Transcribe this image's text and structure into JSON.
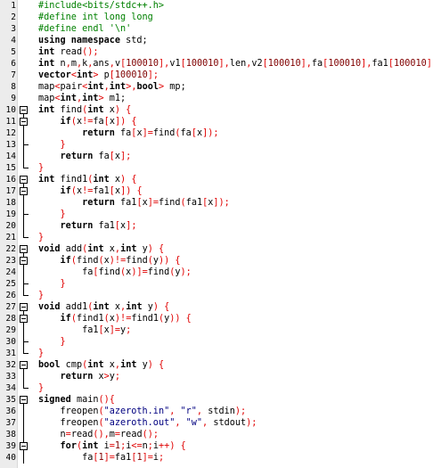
{
  "editor": {
    "lines": [
      {
        "n": "1",
        "fold": "none",
        "tokens": [
          [
            "pp",
            "#include<bits/stdc++.h>"
          ]
        ]
      },
      {
        "n": "2",
        "fold": "none",
        "tokens": [
          [
            "pp",
            "#define int long long"
          ]
        ]
      },
      {
        "n": "3",
        "fold": "none",
        "tokens": [
          [
            "pp",
            "#define endl '\\n'"
          ]
        ]
      },
      {
        "n": "4",
        "fold": "none",
        "tokens": [
          [
            "kw",
            "using namespace"
          ],
          [
            "id",
            " std;"
          ]
        ]
      },
      {
        "n": "5",
        "fold": "none",
        "tokens": [
          [
            "kw",
            "int"
          ],
          [
            "id",
            " read"
          ],
          [
            "op",
            "();"
          ]
        ]
      },
      {
        "n": "6",
        "fold": "none",
        "tokens": [
          [
            "kw",
            "int"
          ],
          [
            "id",
            " n"
          ],
          [
            "op",
            ","
          ],
          [
            "id",
            "m"
          ],
          [
            "op",
            ","
          ],
          [
            "id",
            "k"
          ],
          [
            "op",
            ","
          ],
          [
            "id",
            "ans"
          ],
          [
            "op",
            ","
          ],
          [
            "id",
            "v"
          ],
          [
            "op",
            "["
          ],
          [
            "num",
            "100010"
          ],
          [
            "op",
            "],"
          ],
          [
            "id",
            "v1"
          ],
          [
            "op",
            "["
          ],
          [
            "num",
            "100010"
          ],
          [
            "op",
            "],"
          ],
          [
            "id",
            "len"
          ],
          [
            "op",
            ","
          ],
          [
            "id",
            "v2"
          ],
          [
            "op",
            "["
          ],
          [
            "num",
            "100010"
          ],
          [
            "op",
            "],"
          ],
          [
            "id",
            "fa"
          ],
          [
            "op",
            "["
          ],
          [
            "num",
            "100010"
          ],
          [
            "op",
            "],"
          ],
          [
            "id",
            "fa1"
          ],
          [
            "op",
            "["
          ],
          [
            "num",
            "100010"
          ],
          [
            "op",
            "];"
          ]
        ]
      },
      {
        "n": "7",
        "fold": "none",
        "tokens": [
          [
            "kw",
            "vector"
          ],
          [
            "op",
            "<"
          ],
          [
            "kw",
            "int"
          ],
          [
            "op",
            "> "
          ],
          [
            "id",
            "p"
          ],
          [
            "op",
            "["
          ],
          [
            "num",
            "100010"
          ],
          [
            "op",
            "];"
          ]
        ]
      },
      {
        "n": "8",
        "fold": "none",
        "tokens": [
          [
            "id",
            "map"
          ],
          [
            "op",
            "<"
          ],
          [
            "id",
            "pair"
          ],
          [
            "op",
            "<"
          ],
          [
            "kw",
            "int"
          ],
          [
            "op",
            ","
          ],
          [
            "kw",
            "int"
          ],
          [
            "op",
            ">,"
          ],
          [
            "kw",
            "bool"
          ],
          [
            "op",
            "> "
          ],
          [
            "id",
            "mp;"
          ]
        ]
      },
      {
        "n": "9",
        "fold": "none",
        "tokens": [
          [
            "id",
            "map"
          ],
          [
            "op",
            "<"
          ],
          [
            "kw",
            "int"
          ],
          [
            "op",
            ","
          ],
          [
            "kw",
            "int"
          ],
          [
            "op",
            "> "
          ],
          [
            "id",
            "m1;"
          ]
        ]
      },
      {
        "n": "10",
        "fold": "open",
        "tokens": [
          [
            "kw",
            "int"
          ],
          [
            "id",
            " find"
          ],
          [
            "op",
            "("
          ],
          [
            "kw",
            "int"
          ],
          [
            "id",
            " x"
          ],
          [
            "op",
            ") {"
          ]
        ]
      },
      {
        "n": "11",
        "fold": "open",
        "tokens": [
          [
            "id",
            "    "
          ],
          [
            "kw",
            "if"
          ],
          [
            "op",
            "("
          ],
          [
            "id",
            "x"
          ],
          [
            "op",
            "!="
          ],
          [
            "id",
            "fa"
          ],
          [
            "op",
            "["
          ],
          [
            "id",
            "x"
          ],
          [
            "op",
            "]) {"
          ]
        ]
      },
      {
        "n": "12",
        "fold": "line",
        "tokens": [
          [
            "id",
            "        "
          ],
          [
            "kw",
            "return"
          ],
          [
            "id",
            " fa"
          ],
          [
            "op",
            "["
          ],
          [
            "id",
            "x"
          ],
          [
            "op",
            "]="
          ],
          [
            "id",
            "find"
          ],
          [
            "op",
            "("
          ],
          [
            "id",
            "fa"
          ],
          [
            "op",
            "["
          ],
          [
            "id",
            "x"
          ],
          [
            "op",
            "]);"
          ]
        ]
      },
      {
        "n": "13",
        "fold": "end",
        "tokens": [
          [
            "id",
            "    "
          ],
          [
            "op",
            "}"
          ]
        ]
      },
      {
        "n": "14",
        "fold": "line",
        "tokens": [
          [
            "id",
            "    "
          ],
          [
            "kw",
            "return"
          ],
          [
            "id",
            " fa"
          ],
          [
            "op",
            "["
          ],
          [
            "id",
            "x"
          ],
          [
            "op",
            "];"
          ]
        ]
      },
      {
        "n": "15",
        "fold": "end",
        "tokens": [
          [
            "op",
            "}"
          ]
        ]
      },
      {
        "n": "16",
        "fold": "open",
        "tokens": [
          [
            "kw",
            "int"
          ],
          [
            "id",
            " find1"
          ],
          [
            "op",
            "("
          ],
          [
            "kw",
            "int"
          ],
          [
            "id",
            " x"
          ],
          [
            "op",
            ") {"
          ]
        ]
      },
      {
        "n": "17",
        "fold": "open",
        "tokens": [
          [
            "id",
            "    "
          ],
          [
            "kw",
            "if"
          ],
          [
            "op",
            "("
          ],
          [
            "id",
            "x"
          ],
          [
            "op",
            "!="
          ],
          [
            "id",
            "fa1"
          ],
          [
            "op",
            "["
          ],
          [
            "id",
            "x"
          ],
          [
            "op",
            "]) {"
          ]
        ]
      },
      {
        "n": "18",
        "fold": "line",
        "tokens": [
          [
            "id",
            "        "
          ],
          [
            "kw",
            "return"
          ],
          [
            "id",
            " fa1"
          ],
          [
            "op",
            "["
          ],
          [
            "id",
            "x"
          ],
          [
            "op",
            "]="
          ],
          [
            "id",
            "find"
          ],
          [
            "op",
            "("
          ],
          [
            "id",
            "fa1"
          ],
          [
            "op",
            "["
          ],
          [
            "id",
            "x"
          ],
          [
            "op",
            "]);"
          ]
        ]
      },
      {
        "n": "19",
        "fold": "end",
        "tokens": [
          [
            "id",
            "    "
          ],
          [
            "op",
            "}"
          ]
        ]
      },
      {
        "n": "20",
        "fold": "line",
        "tokens": [
          [
            "id",
            "    "
          ],
          [
            "kw",
            "return"
          ],
          [
            "id",
            " fa1"
          ],
          [
            "op",
            "["
          ],
          [
            "id",
            "x"
          ],
          [
            "op",
            "];"
          ]
        ]
      },
      {
        "n": "21",
        "fold": "end",
        "tokens": [
          [
            "op",
            "}"
          ]
        ]
      },
      {
        "n": "22",
        "fold": "open",
        "tokens": [
          [
            "kw",
            "void"
          ],
          [
            "id",
            " add"
          ],
          [
            "op",
            "("
          ],
          [
            "kw",
            "int"
          ],
          [
            "id",
            " x"
          ],
          [
            "op",
            ","
          ],
          [
            "kw",
            "int"
          ],
          [
            "id",
            " y"
          ],
          [
            "op",
            ") {"
          ]
        ]
      },
      {
        "n": "23",
        "fold": "open",
        "tokens": [
          [
            "id",
            "    "
          ],
          [
            "kw",
            "if"
          ],
          [
            "op",
            "("
          ],
          [
            "id",
            "find"
          ],
          [
            "op",
            "("
          ],
          [
            "id",
            "x"
          ],
          [
            "op",
            ")!="
          ],
          [
            "id",
            "find"
          ],
          [
            "op",
            "("
          ],
          [
            "id",
            "y"
          ],
          [
            "op",
            ")) {"
          ]
        ]
      },
      {
        "n": "24",
        "fold": "line",
        "tokens": [
          [
            "id",
            "        fa"
          ],
          [
            "op",
            "["
          ],
          [
            "id",
            "find"
          ],
          [
            "op",
            "("
          ],
          [
            "id",
            "x"
          ],
          [
            "op",
            ")]="
          ],
          [
            "id",
            "find"
          ],
          [
            "op",
            "("
          ],
          [
            "id",
            "y"
          ],
          [
            "op",
            ");"
          ]
        ]
      },
      {
        "n": "25",
        "fold": "end",
        "tokens": [
          [
            "id",
            "    "
          ],
          [
            "op",
            "}"
          ]
        ]
      },
      {
        "n": "26",
        "fold": "end",
        "tokens": [
          [
            "op",
            "}"
          ]
        ]
      },
      {
        "n": "27",
        "fold": "open",
        "tokens": [
          [
            "kw",
            "void"
          ],
          [
            "id",
            " add1"
          ],
          [
            "op",
            "("
          ],
          [
            "kw",
            "int"
          ],
          [
            "id",
            " x"
          ],
          [
            "op",
            ","
          ],
          [
            "kw",
            "int"
          ],
          [
            "id",
            " y"
          ],
          [
            "op",
            ") {"
          ]
        ]
      },
      {
        "n": "28",
        "fold": "open",
        "tokens": [
          [
            "id",
            "    "
          ],
          [
            "kw",
            "if"
          ],
          [
            "op",
            "("
          ],
          [
            "id",
            "find1"
          ],
          [
            "op",
            "("
          ],
          [
            "id",
            "x"
          ],
          [
            "op",
            ")!="
          ],
          [
            "id",
            "find1"
          ],
          [
            "op",
            "("
          ],
          [
            "id",
            "y"
          ],
          [
            "op",
            ")) {"
          ]
        ]
      },
      {
        "n": "29",
        "fold": "line",
        "tokens": [
          [
            "id",
            "        fa1"
          ],
          [
            "op",
            "["
          ],
          [
            "id",
            "x"
          ],
          [
            "op",
            "]="
          ],
          [
            "id",
            "y"
          ],
          [
            "op",
            ";"
          ]
        ]
      },
      {
        "n": "30",
        "fold": "end",
        "tokens": [
          [
            "id",
            "    "
          ],
          [
            "op",
            "}"
          ]
        ]
      },
      {
        "n": "31",
        "fold": "end",
        "tokens": [
          [
            "op",
            "}"
          ]
        ]
      },
      {
        "n": "32",
        "fold": "open",
        "tokens": [
          [
            "kw",
            "bool"
          ],
          [
            "id",
            " cmp"
          ],
          [
            "op",
            "("
          ],
          [
            "kw",
            "int"
          ],
          [
            "id",
            " x"
          ],
          [
            "op",
            ","
          ],
          [
            "kw",
            "int"
          ],
          [
            "id",
            " y"
          ],
          [
            "op",
            ") {"
          ]
        ]
      },
      {
        "n": "33",
        "fold": "line",
        "tokens": [
          [
            "id",
            "    "
          ],
          [
            "kw",
            "return"
          ],
          [
            "id",
            " x"
          ],
          [
            "op",
            ">"
          ],
          [
            "id",
            "y"
          ],
          [
            "op",
            ";"
          ]
        ]
      },
      {
        "n": "34",
        "fold": "end",
        "tokens": [
          [
            "op",
            "}"
          ]
        ]
      },
      {
        "n": "35",
        "fold": "open",
        "tokens": [
          [
            "kw",
            "signed"
          ],
          [
            "id",
            " main"
          ],
          [
            "op",
            "(){"
          ]
        ]
      },
      {
        "n": "36",
        "fold": "line",
        "tokens": [
          [
            "id",
            "    freopen"
          ],
          [
            "op",
            "("
          ],
          [
            "str",
            "\"azeroth.in\""
          ],
          [
            "op",
            ", "
          ],
          [
            "str",
            "\"r\""
          ],
          [
            "op",
            ", "
          ],
          [
            "id",
            "stdin"
          ],
          [
            "op",
            ");"
          ]
        ]
      },
      {
        "n": "37",
        "fold": "line",
        "tokens": [
          [
            "id",
            "    freopen"
          ],
          [
            "op",
            "("
          ],
          [
            "str",
            "\"azeroth.out\""
          ],
          [
            "op",
            ", "
          ],
          [
            "str",
            "\"w\""
          ],
          [
            "op",
            ", "
          ],
          [
            "id",
            "stdout"
          ],
          [
            "op",
            ");"
          ]
        ]
      },
      {
        "n": "38",
        "fold": "line",
        "tokens": [
          [
            "id",
            "    n"
          ],
          [
            "op",
            "="
          ],
          [
            "id",
            "read"
          ],
          [
            "op",
            "(),"
          ],
          [
            "id",
            "m"
          ],
          [
            "op",
            "="
          ],
          [
            "id",
            "read"
          ],
          [
            "op",
            "();"
          ]
        ]
      },
      {
        "n": "39",
        "fold": "open",
        "tokens": [
          [
            "id",
            "    "
          ],
          [
            "kw",
            "for"
          ],
          [
            "op",
            "("
          ],
          [
            "kw",
            "int"
          ],
          [
            "id",
            " i"
          ],
          [
            "op",
            "="
          ],
          [
            "num",
            "1"
          ],
          [
            "op",
            ";"
          ],
          [
            "id",
            "i"
          ],
          [
            "op",
            "<="
          ],
          [
            "id",
            "n"
          ],
          [
            "op",
            ";"
          ],
          [
            "id",
            "i"
          ],
          [
            "op",
            "++) {"
          ]
        ]
      },
      {
        "n": "40",
        "fold": "line",
        "tokens": [
          [
            "id",
            "        fa"
          ],
          [
            "op",
            "["
          ],
          [
            "num",
            "1"
          ],
          [
            "op",
            "]="
          ],
          [
            "id",
            "fa1"
          ],
          [
            "op",
            "["
          ],
          [
            "num",
            "1"
          ],
          [
            "op",
            "]="
          ],
          [
            "id",
            "i"
          ],
          [
            "op",
            ";"
          ]
        ]
      }
    ]
  }
}
